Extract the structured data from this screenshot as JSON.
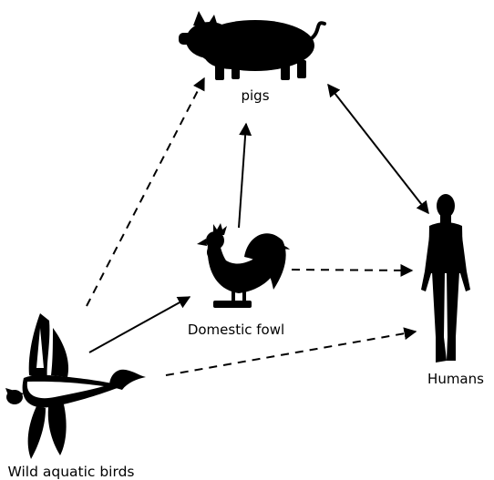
{
  "nodes": {
    "pigs": {
      "label": "pigs",
      "icon": "pig-icon"
    },
    "domestic_fowl": {
      "label": "Domestic fowl",
      "icon": "rooster-icon"
    },
    "humans": {
      "label": "Humans",
      "icon": "human-icon"
    },
    "wild_aquatic_birds": {
      "label": "Wild aquatic birds",
      "icon": "duck-icon"
    }
  },
  "edges": [
    {
      "from": "wild_aquatic_birds",
      "to": "pigs",
      "style": "dashed",
      "direction": "one-way"
    },
    {
      "from": "wild_aquatic_birds",
      "to": "domestic_fowl",
      "style": "solid",
      "direction": "one-way"
    },
    {
      "from": "wild_aquatic_birds",
      "to": "humans",
      "style": "dashed",
      "direction": "one-way"
    },
    {
      "from": "domestic_fowl",
      "to": "pigs",
      "style": "solid",
      "direction": "one-way"
    },
    {
      "from": "domestic_fowl",
      "to": "humans",
      "style": "dashed",
      "direction": "one-way"
    },
    {
      "from": "pigs",
      "to": "humans",
      "style": "solid",
      "direction": "two-way"
    }
  ],
  "colors": {
    "ink": "#000000",
    "background": "#ffffff"
  }
}
